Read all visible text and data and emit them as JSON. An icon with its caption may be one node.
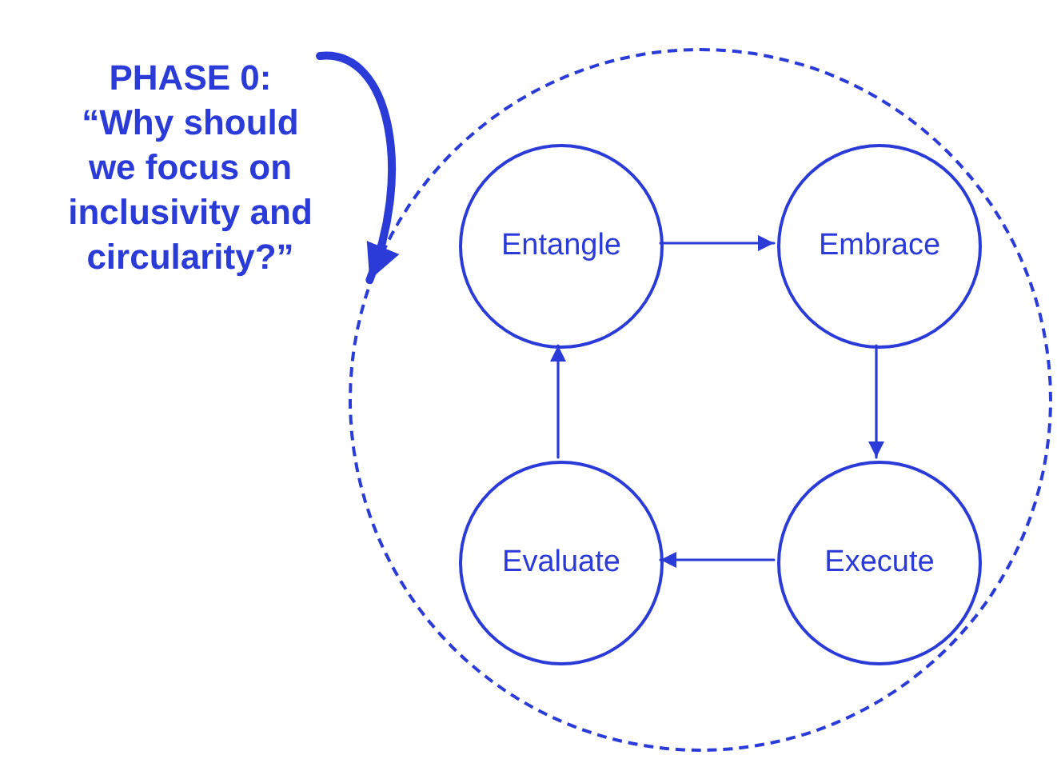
{
  "diagram": {
    "nodes": [
      {
        "text": [],
        "shape": "circle"
      },
      {
        "text": [
          "Entangle"
        ],
        "in": 0
      },
      {
        "text": [
          "Embrace"
        ],
        "in": 0
      },
      {
        "text": [
          "Execute"
        ],
        "in": 0
      },
      {
        "text": [
          "Evaluate"
        ],
        "in": 0
      },
      {
        "text": [
          "PHASE 0:",
          "“Why should we focus on inclusivity and circularity?”"
        ]
      }
    ],
    "edges": [
      {
        "from": 1,
        "to": 2,
        "arrow": "to"
      },
      {
        "from": 2,
        "to": 3,
        "arrow": "to"
      },
      {
        "from": 3,
        "to": 4,
        "arrow": "to"
      },
      {
        "from": 4,
        "to": 1,
        "arrow": "to"
      },
      {
        "from": 5,
        "to": 0,
        "arrow": "to",
        "style": "thick"
      }
    ]
  }
}
